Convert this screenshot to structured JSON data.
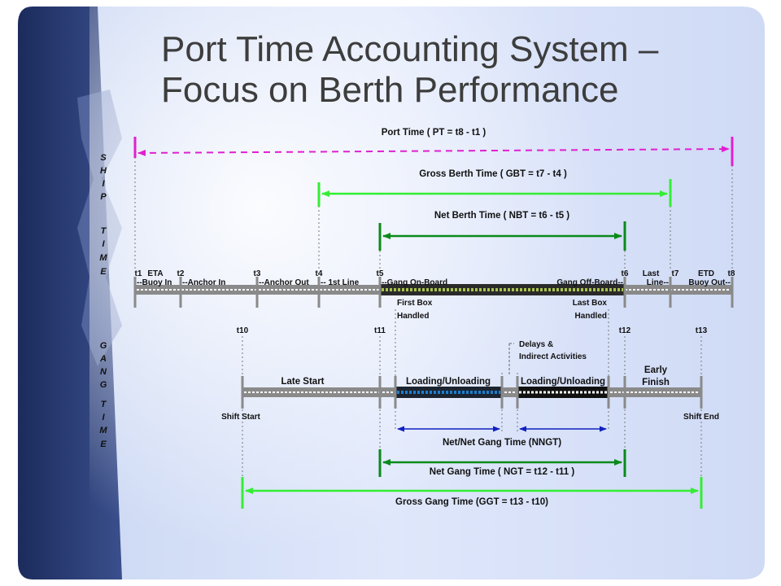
{
  "slide": {
    "title_line1": "Port Time Accounting System –",
    "title_line2": "Focus on Berth Performance"
  },
  "side_labels": {
    "ship_time": [
      "S",
      "H",
      "I",
      "P",
      "",
      "T",
      "I",
      "M",
      "E"
    ],
    "gang_time": [
      "G",
      "A",
      "N",
      "G",
      "",
      "T",
      "I",
      "M",
      "E"
    ]
  },
  "ship": {
    "time_points": {
      "t1": "t1",
      "t2": "t2",
      "t3": "t3",
      "t4": "t4",
      "t5": "t5",
      "t6": "t6",
      "t7": "t7",
      "t8": "t8"
    },
    "milestones_top": {
      "eta": "ETA",
      "last": "Last",
      "etd": "ETD"
    },
    "events": {
      "buoy_in": "--Buoy In",
      "anchor_in": "--Anchor In",
      "anchor_out": "--Anchor Out",
      "first_line": "-- 1st Line",
      "gang_on_board": "--Gang On-Board",
      "gang_off_board": "Gang Off-Board--",
      "line_off": "Line--",
      "buoy_out": "Buoy Out--"
    },
    "first_box": {
      "line1": "First Box",
      "line2": "Handled"
    },
    "last_box": {
      "line1": "Last Box",
      "line2": "Handled"
    }
  },
  "spans": {
    "port_time": "Port Time ( PT = t8 - t1 )",
    "gross_berth_time": "Gross Berth Time ( GBT = t7 - t4 )",
    "net_berth_time": "Net Berth Time ( NBT = t6 - t5 )",
    "nngt": "Net/Net Gang Time (NNGT)",
    "net_gang_time": "Net Gang Time ( NGT = t12 - t11 )",
    "gross_gang_time": "Gross Gang Time (GGT = t13 - t10)"
  },
  "gang": {
    "time_points": {
      "t10": "t10",
      "t11": "t11",
      "t12": "t12",
      "t13": "t13"
    },
    "late_start": "Late Start",
    "loading_1": "Loading/Unloading",
    "loading_2": "Loading/Unloading",
    "early_finish": {
      "line1": "Early",
      "line2": "Finish"
    },
    "delays": {
      "line1": "Delays &",
      "line2": "Indirect Activities"
    },
    "shift_start": "Shift Start",
    "shift_end": "Shift End"
  },
  "colors": {
    "port_time": "#e020d0",
    "gross": "#33ee33",
    "net": "#0a8a1a",
    "nngt": "#1020c0",
    "loading": "#1a7fd0",
    "bar_green": "#a9c34a"
  }
}
